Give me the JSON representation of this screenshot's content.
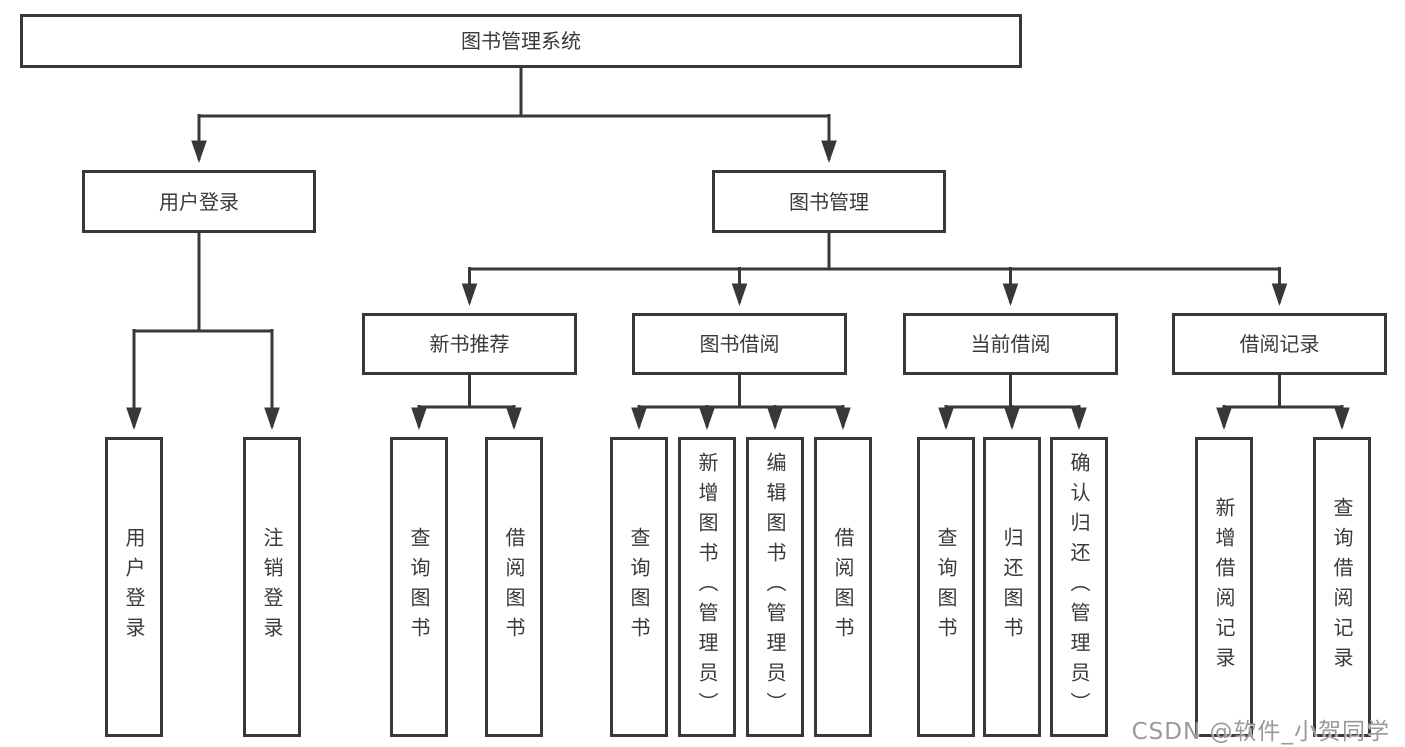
{
  "colors": {
    "line": "#383838",
    "box_border": "#383838",
    "text": "#3a3a3a",
    "background": "#ffffff",
    "watermark": "#919191"
  },
  "diagram": {
    "type": "hierarchy-tree",
    "root": {
      "label": "图书管理系统"
    },
    "branches": [
      {
        "label": "用户登录",
        "children": [
          {
            "label": "用户登录"
          },
          {
            "label": "注销登录"
          }
        ]
      },
      {
        "label": "图书管理",
        "groups": [
          {
            "label": "新书推荐",
            "children": [
              {
                "label": "查询图书"
              },
              {
                "label": "借阅图书"
              }
            ]
          },
          {
            "label": "图书借阅",
            "children": [
              {
                "label": "查询图书"
              },
              {
                "label": "新增图书（管理员）"
              },
              {
                "label": "编辑图书（管理员）"
              },
              {
                "label": "借阅图书"
              }
            ]
          },
          {
            "label": "当前借阅",
            "children": [
              {
                "label": "查询图书"
              },
              {
                "label": "归还图书"
              },
              {
                "label": "确认归还（管理员）"
              }
            ]
          },
          {
            "label": "借阅记录",
            "children": [
              {
                "label": "新增借阅记录"
              },
              {
                "label": "查询借阅记录"
              }
            ]
          }
        ]
      }
    ]
  },
  "watermark": {
    "text": "CSDN @软件_小贺同学"
  }
}
